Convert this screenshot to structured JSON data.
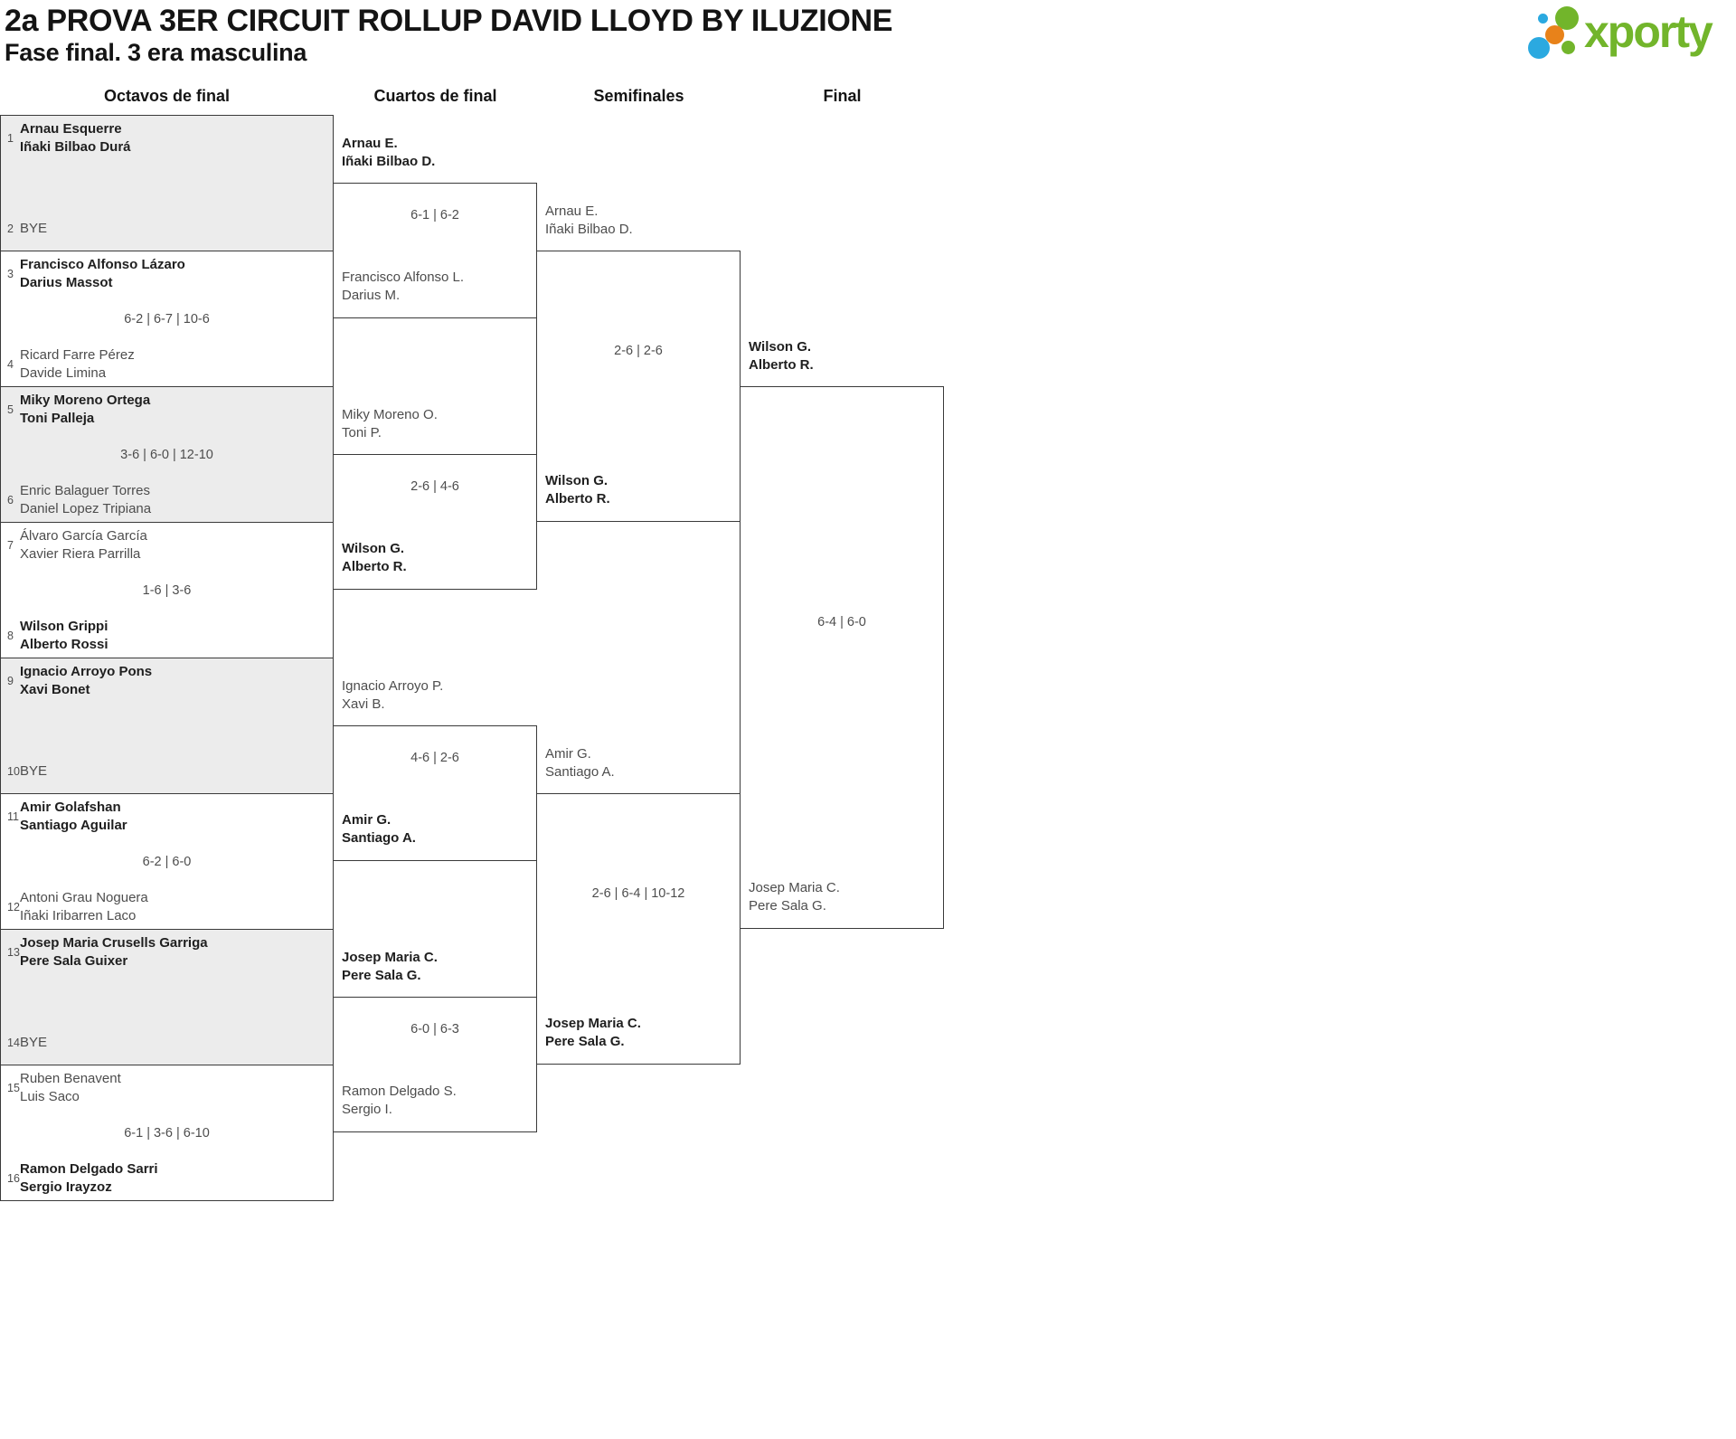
{
  "header": {
    "title": "2a PROVA 3ER CIRCUIT ROLLUP DAVID LLOYD BY ILUZIONE",
    "subtitle": "Fase final. 3 era masculina",
    "logo_text": "xporty"
  },
  "colors": {
    "logo_green": "#72b52b",
    "logo_blue": "#2ba9e0",
    "logo_orange": "#e8821a",
    "shaded_box": "#ececec",
    "line": "#3a3a3a",
    "winner_text": "#1f1f1f",
    "regular_text": "#4d4d4d"
  },
  "rounds": [
    {
      "label": "Octavos de final"
    },
    {
      "label": "Cuartos de final"
    },
    {
      "label": "Semifinales"
    },
    {
      "label": "Final"
    }
  ],
  "bracket": {
    "r16": [
      {
        "score": "",
        "top": {
          "seed": "1",
          "lines": [
            "Arnau Esquerre",
            "Iñaki Bilbao Durá"
          ],
          "winner": true
        },
        "bottom": {
          "seed": "2",
          "lines": [
            "BYE"
          ],
          "winner": false
        }
      },
      {
        "score": "6-2 | 6-7 | 10-6",
        "top": {
          "seed": "3",
          "lines": [
            "Francisco Alfonso Lázaro",
            "Darius Massot"
          ],
          "winner": true
        },
        "bottom": {
          "seed": "4",
          "lines": [
            "Ricard Farre Pérez",
            "Davide Limina"
          ],
          "winner": false
        }
      },
      {
        "score": "3-6 | 6-0 | 12-10",
        "top": {
          "seed": "5",
          "lines": [
            "Miky Moreno Ortega",
            "Toni Palleja"
          ],
          "winner": true
        },
        "bottom": {
          "seed": "6",
          "lines": [
            "Enric Balaguer Torres",
            "Daniel Lopez Tripiana"
          ],
          "winner": false
        }
      },
      {
        "score": "1-6 | 3-6",
        "top": {
          "seed": "7",
          "lines": [
            "Álvaro García García",
            "Xavier Riera Parrilla"
          ],
          "winner": false
        },
        "bottom": {
          "seed": "8",
          "lines": [
            "Wilson Grippi",
            "Alberto Rossi"
          ],
          "winner": true
        }
      },
      {
        "score": "",
        "top": {
          "seed": "9",
          "lines": [
            "Ignacio Arroyo Pons",
            "Xavi Bonet"
          ],
          "winner": true
        },
        "bottom": {
          "seed": "10",
          "lines": [
            "BYE"
          ],
          "winner": false
        }
      },
      {
        "score": "6-2 | 6-0",
        "top": {
          "seed": "11",
          "lines": [
            "Amir Golafshan",
            "Santiago Aguilar"
          ],
          "winner": true
        },
        "bottom": {
          "seed": "12",
          "lines": [
            "Antoni Grau Noguera",
            "Iñaki Iribarren Laco"
          ],
          "winner": false
        }
      },
      {
        "score": "",
        "top": {
          "seed": "13",
          "lines": [
            "Josep Maria Crusells Garriga",
            "Pere Sala Guixer"
          ],
          "winner": true
        },
        "bottom": {
          "seed": "14",
          "lines": [
            "BYE"
          ],
          "winner": false
        }
      },
      {
        "score": "6-1 | 3-6 | 6-10",
        "top": {
          "seed": "15",
          "lines": [
            "Ruben Benavent",
            "Luis Saco"
          ],
          "winner": false
        },
        "bottom": {
          "seed": "16",
          "lines": [
            "Ramon Delgado Sarri",
            "Sergio Irayzoz"
          ],
          "winner": true
        }
      }
    ],
    "qf": [
      {
        "score": "6-1 | 6-2",
        "top": {
          "lines": [
            "Arnau E.",
            "Iñaki Bilbao D."
          ],
          "winner": true
        },
        "bottom": {
          "lines": [
            "Francisco Alfonso L.",
            "Darius M."
          ],
          "winner": false
        }
      },
      {
        "score": "2-6 | 4-6",
        "top": {
          "lines": [
            "Miky Moreno O.",
            "Toni P."
          ],
          "winner": false
        },
        "bottom": {
          "lines": [
            "Wilson G.",
            "Alberto R."
          ],
          "winner": true
        }
      },
      {
        "score": "4-6 | 2-6",
        "top": {
          "lines": [
            "Ignacio Arroyo P.",
            "Xavi B."
          ],
          "winner": false
        },
        "bottom": {
          "lines": [
            "Amir G.",
            "Santiago A."
          ],
          "winner": true
        }
      },
      {
        "score": "6-0 | 6-3",
        "top": {
          "lines": [
            "Josep Maria C.",
            "Pere Sala G."
          ],
          "winner": true
        },
        "bottom": {
          "lines": [
            "Ramon Delgado S.",
            "Sergio I."
          ],
          "winner": false
        }
      }
    ],
    "sf": [
      {
        "score": "2-6 | 2-6",
        "top": {
          "lines": [
            "Arnau E.",
            "Iñaki Bilbao D."
          ],
          "winner": false
        },
        "bottom": {
          "lines": [
            "Wilson G.",
            "Alberto R."
          ],
          "winner": true
        }
      },
      {
        "score": "2-6 | 6-4 | 10-12",
        "top": {
          "lines": [
            "Amir G.",
            "Santiago A."
          ],
          "winner": false
        },
        "bottom": {
          "lines": [
            "Josep Maria C.",
            "Pere Sala G."
          ],
          "winner": true
        }
      }
    ],
    "final": [
      {
        "score": "6-4 | 6-0",
        "top": {
          "lines": [
            "Wilson G.",
            "Alberto R."
          ],
          "winner": true
        },
        "bottom": {
          "lines": [
            "Josep Maria C.",
            "Pere Sala G."
          ],
          "winner": false
        }
      }
    ]
  }
}
